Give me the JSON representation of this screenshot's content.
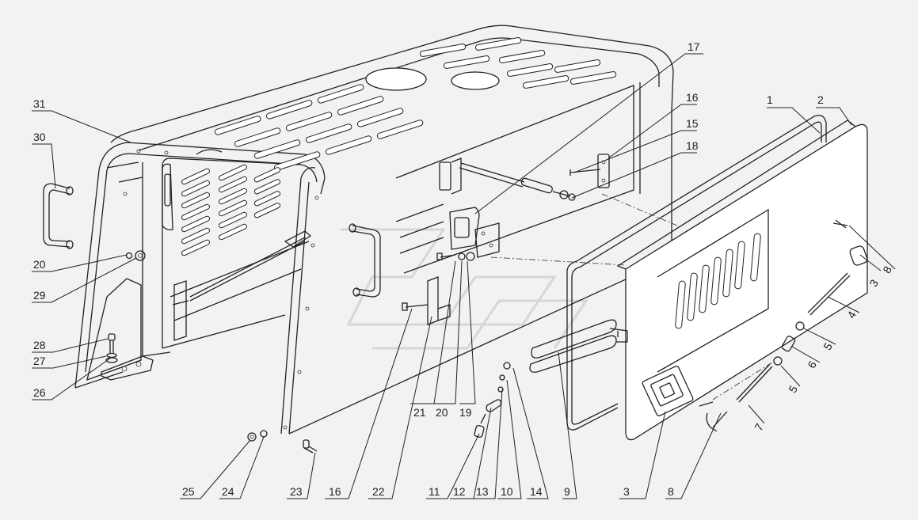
{
  "callouts": [
    {
      "label": "1"
    },
    {
      "label": "2"
    },
    {
      "label": "3"
    },
    {
      "label": "8"
    },
    {
      "label": "4"
    },
    {
      "label": "5"
    },
    {
      "label": "6"
    },
    {
      "label": "5"
    },
    {
      "label": "7"
    },
    {
      "label": "3"
    },
    {
      "label": "8"
    },
    {
      "label": "9"
    },
    {
      "label": "14"
    },
    {
      "label": "10"
    },
    {
      "label": "13"
    },
    {
      "label": "12"
    },
    {
      "label": "11"
    },
    {
      "label": "19"
    },
    {
      "label": "20"
    },
    {
      "label": "21"
    },
    {
      "label": "22"
    },
    {
      "label": "16"
    },
    {
      "label": "23"
    },
    {
      "label": "24"
    },
    {
      "label": "25"
    },
    {
      "label": "26"
    },
    {
      "label": "27"
    },
    {
      "label": "28"
    },
    {
      "label": "29"
    },
    {
      "label": "20"
    },
    {
      "label": "30"
    },
    {
      "label": "31"
    },
    {
      "label": "17"
    },
    {
      "label": "16"
    },
    {
      "label": "15"
    },
    {
      "label": "18"
    }
  ]
}
